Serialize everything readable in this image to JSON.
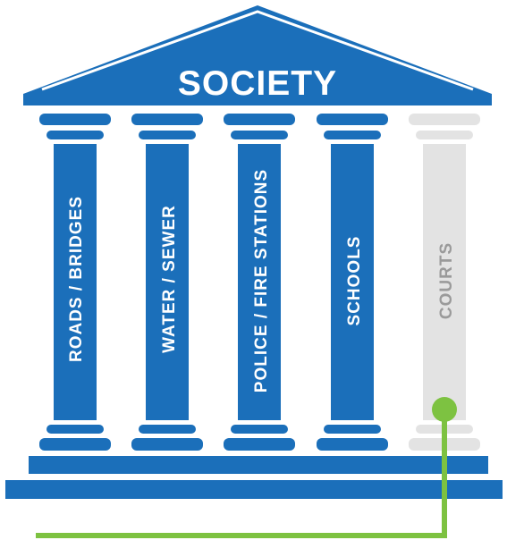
{
  "roof": {
    "title": "SOCIETY"
  },
  "pillars": [
    {
      "label": "ROADS / BRIDGES",
      "state": "active"
    },
    {
      "label": "WATER / SEWER",
      "state": "active"
    },
    {
      "label": "POLICE / FIRE STATIONS",
      "state": "active"
    },
    {
      "label": "SCHOOLS",
      "state": "active"
    },
    {
      "label": "COURTS",
      "state": "inactive"
    }
  ],
  "colors": {
    "active_pillar": "#1b6fba",
    "active_label": "#ffffff",
    "inactive_pillar": "#e3e3e3",
    "inactive_label": "#9a9a9a",
    "connector": "#7dc241",
    "background": "#ffffff"
  }
}
